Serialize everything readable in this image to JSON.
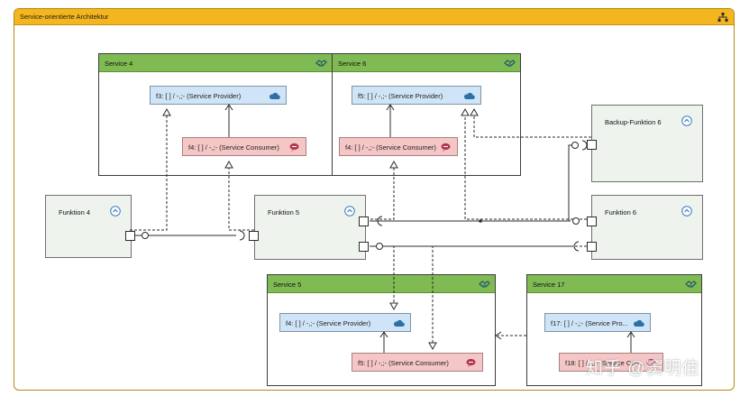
{
  "frame": {
    "title": "Service-orientierte Architektur",
    "icon": "hierarchy-icon"
  },
  "services": {
    "s4": {
      "title": "Service 4",
      "icon": "handshake-icon"
    },
    "s6": {
      "title": "Service 6",
      "icon": "handshake-icon"
    },
    "s5": {
      "title": "Service 5",
      "icon": "handshake-icon"
    },
    "s17": {
      "title": "Service 17",
      "icon": "handshake-icon"
    }
  },
  "interfaces": {
    "s4_provider": {
      "label": "f3: [ ] / -,;- (Service Provider)",
      "icon": "cloud-icon"
    },
    "s4_consumer": {
      "label": "f4: [ ] / -,;- (Service Consumer)",
      "icon": "consumer-icon"
    },
    "s6_provider": {
      "label": "f5: [ ] / -,;- (Service Provider)",
      "icon": "cloud-icon"
    },
    "s6_consumer": {
      "label": "f4: [ ] / -,;- (Service Consumer)",
      "icon": "consumer-icon"
    },
    "s5_provider": {
      "label": "f4: [ ] / -,;- (Service Provider)",
      "icon": "cloud-icon"
    },
    "s5_consumer": {
      "label": "f5: [ ] / -,;- (Service Consumer)",
      "icon": "consumer-icon"
    },
    "s17_provider": {
      "label": "f17: [ ] / -,;- (Service Pro...",
      "icon": "cloud-icon"
    },
    "s17_consumer": {
      "label": "f18: [ ] / -,;- (Service Con...",
      "icon": "consumer-icon"
    }
  },
  "functions": {
    "f4": {
      "title": "Funktion 4",
      "icon": "chevron-up-icon"
    },
    "f5": {
      "title": "Funktion 5",
      "icon": "chevron-up-icon"
    },
    "f6": {
      "title": "Funktion 6",
      "icon": "chevron-up-icon"
    },
    "bf6": {
      "title": "Backup-Funktion 6",
      "icon": "chevron-up-icon"
    }
  },
  "watermark": "知乎 @窦明佳",
  "colors": {
    "frame_header": "#f4b61e",
    "service_header": "#7fba53",
    "provider": "#cfe4f6",
    "consumer": "#f5c6c6",
    "function": "#eef3ee",
    "icon_blue": "#2f6fa8",
    "icon_pink": "#b0324f"
  }
}
